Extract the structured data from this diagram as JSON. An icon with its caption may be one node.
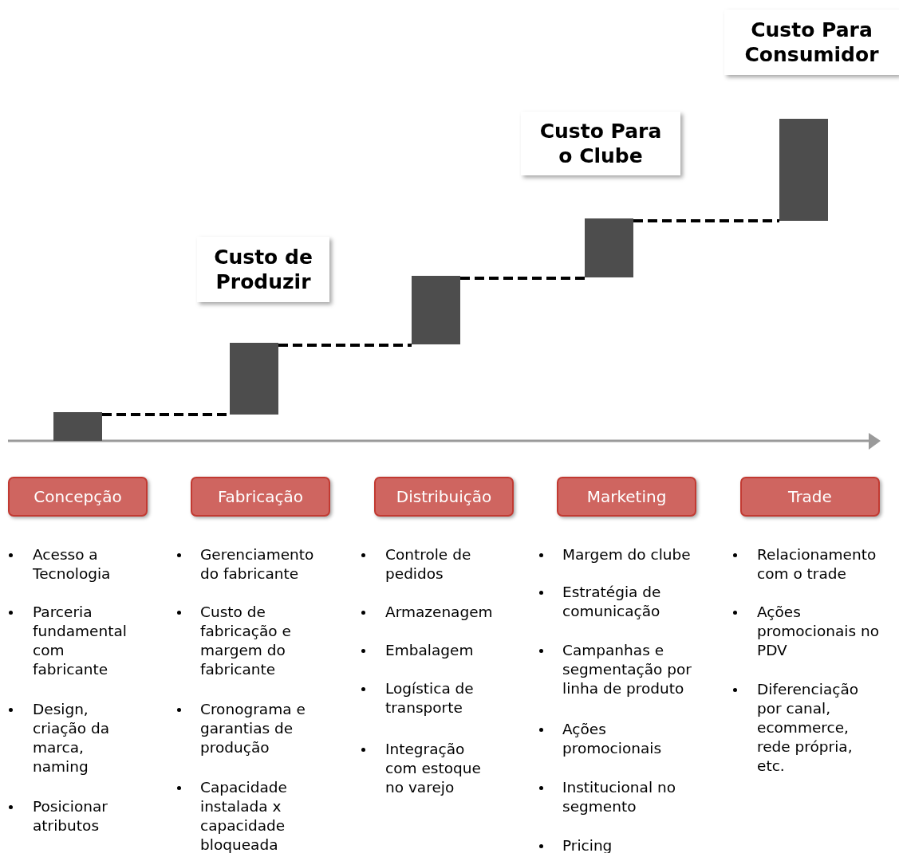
{
  "diagram": {
    "nodes": [
      {
        "text": [
          "Custo Para Consumidor"
        ]
      },
      {
        "text": [
          "Custo Para o Clube"
        ]
      },
      {
        "text": [
          "Custo de Produzir"
        ]
      },
      {
        "text": [],
        "shape": "bar"
      },
      {
        "text": [],
        "shape": "bar"
      },
      {
        "text": [],
        "shape": "bar"
      },
      {
        "text": [],
        "shape": "bar"
      },
      {
        "text": [],
        "shape": "bar"
      },
      {
        "text": [
          "Concepção"
        ]
      },
      {
        "text": [
          "Fabricação"
        ]
      },
      {
        "text": [
          "Distribuição"
        ]
      },
      {
        "text": [
          "Marketing"
        ]
      },
      {
        "text": [
          "Trade"
        ]
      }
    ],
    "edges": [
      {
        "from": 3,
        "to": 4,
        "arrow": "none",
        "style": "dashed"
      },
      {
        "from": 4,
        "to": 5,
        "arrow": "none",
        "style": "dashed"
      },
      {
        "from": 5,
        "to": 6,
        "arrow": "none",
        "style": "dashed"
      },
      {
        "from": 6,
        "to": 7,
        "arrow": "none",
        "style": "dashed"
      }
    ],
    "labels": [
      "Acesso a Tecnologia",
      "Parceria fundamental com fabricante",
      "Design, criação da marca, naming",
      "Posicionar atributos",
      "Gerenciamento do fabricante",
      "Custo de fabricação e margem do fabricante",
      "Cronograma e garantias de produção",
      "Capacidade instalada x capacidade bloqueada",
      "Controle de pedidos",
      "Armazenagem",
      "Embalagem",
      "Logística de transporte",
      "Integração com estoque no varejo",
      "Margem do clube",
      "Estratégia de comunicação",
      "Campanhas e segmentação por linha de produto",
      "Ações promocionais",
      "Institucional no segmento",
      "Pricing",
      "Relacionamento com o trade",
      "Ações promocionais no PDV",
      "Diferenciação por canal, ecommerce, rede própria, etc."
    ]
  }
}
